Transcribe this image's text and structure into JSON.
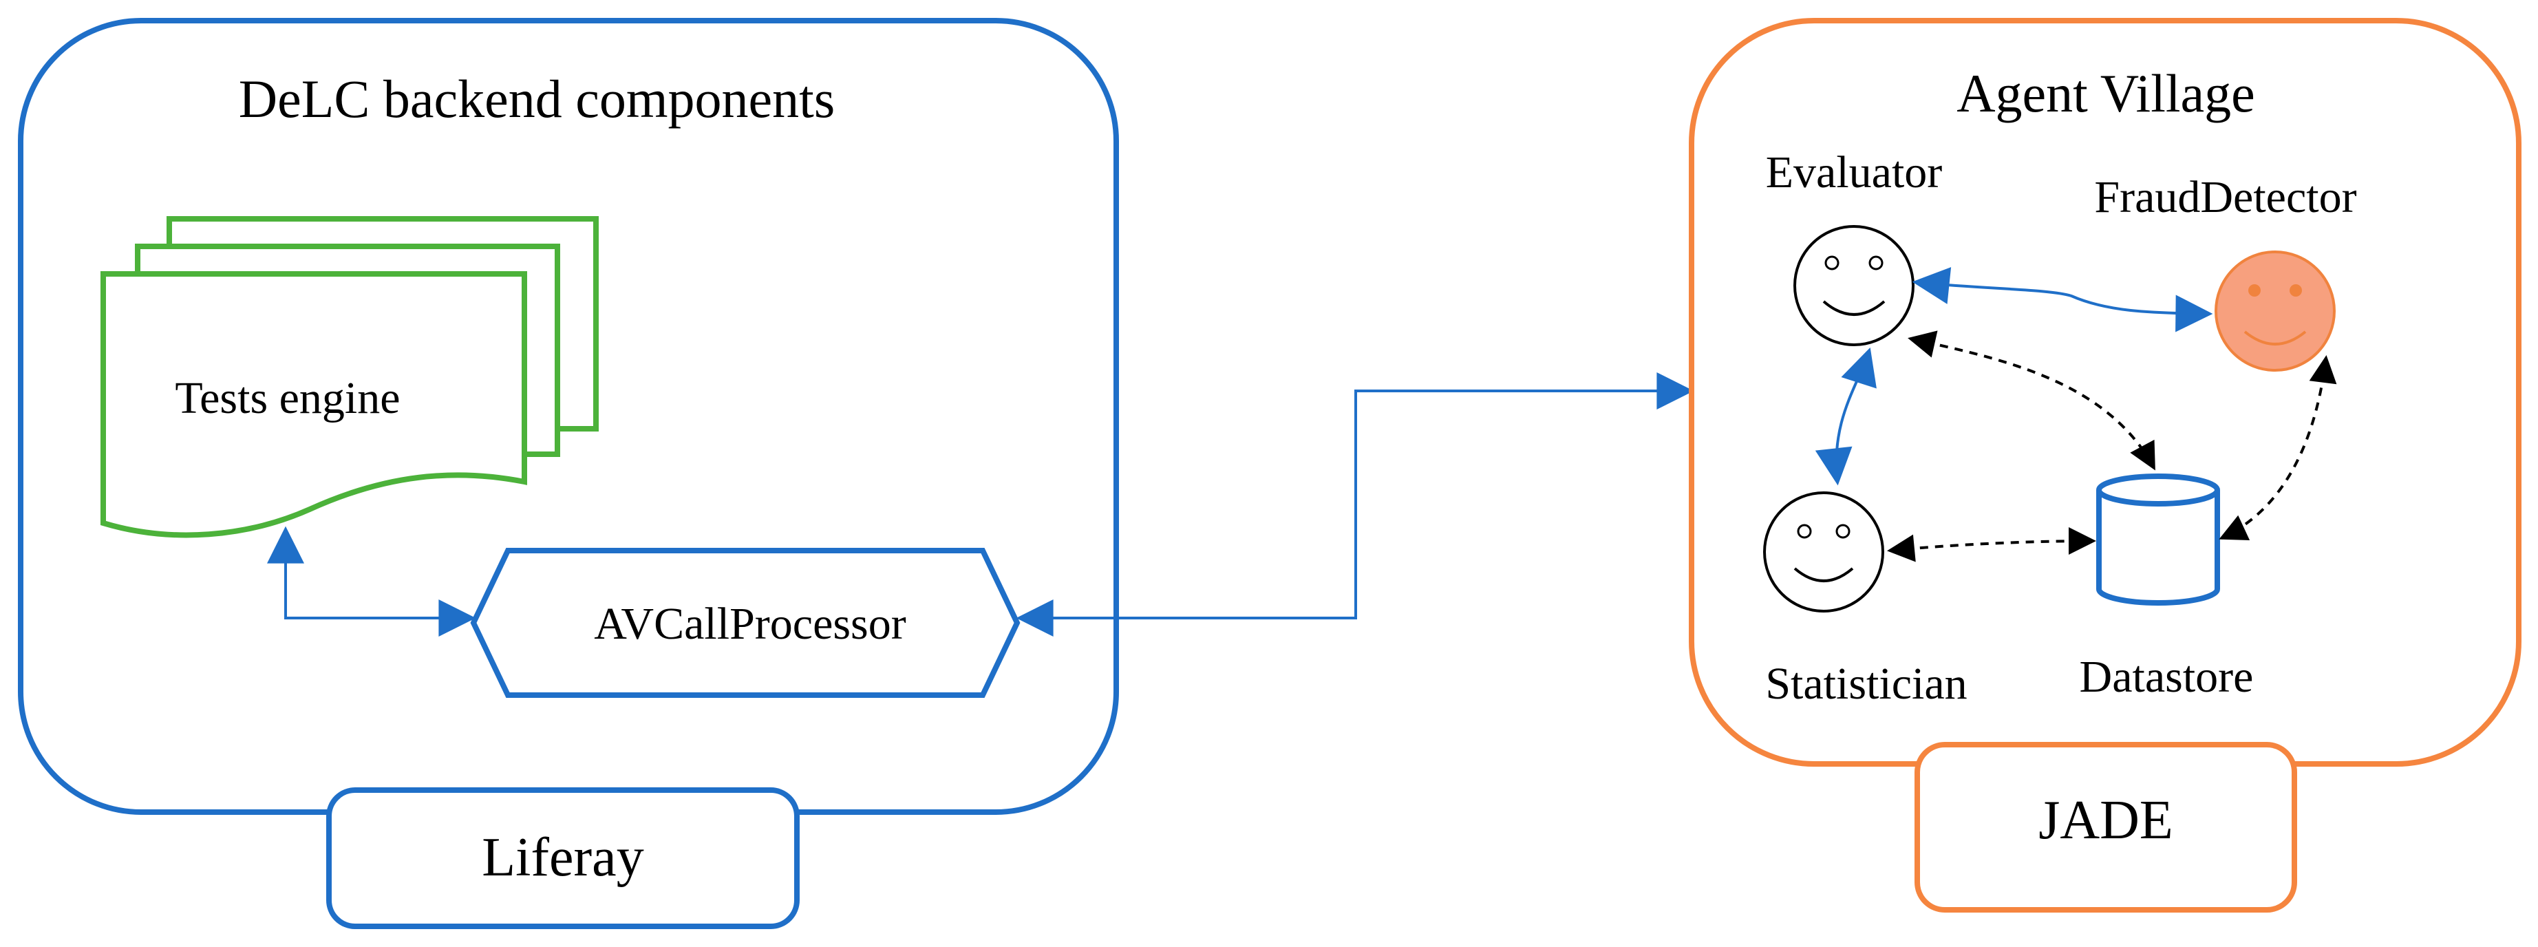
{
  "colors": {
    "blue": "#1F6FC8",
    "orange": "#F5853F",
    "green": "#4CB23A",
    "fraud_fill": "#F7A07E",
    "fraud_stroke": "#F0833E",
    "black": "#000000"
  },
  "delc": {
    "title": "DeLC backend components",
    "tests_engine": "Tests engine",
    "av_call_processor": "AVCallProcessor",
    "platform": "Liferay"
  },
  "agent_village": {
    "title": "Agent Village",
    "evaluator": "Evaluator",
    "fraud_detector": "FraudDetector",
    "statistician": "Statistician",
    "datastore": "Datastore",
    "platform": "JADE"
  },
  "icons": {
    "agent": "smiley-face-icon",
    "datastore": "database-cylinder-icon",
    "tests_engine": "document-stack-icon"
  }
}
